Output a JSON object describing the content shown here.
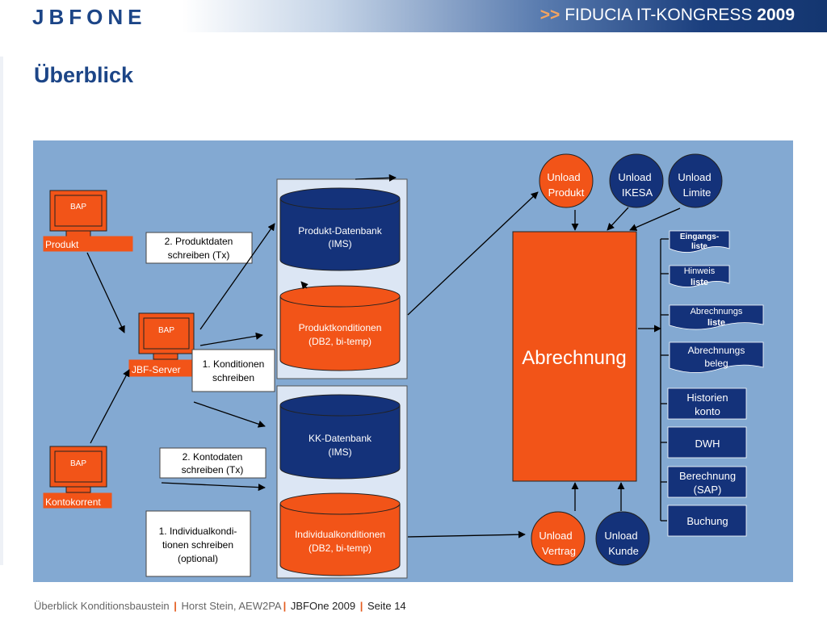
{
  "header": {
    "logo": "JBFONE",
    "congress_arrows": ">>",
    "congress": "FIDUCIA IT-KONGRESS",
    "congress_year": "2009"
  },
  "page": {
    "title": "Überblick"
  },
  "footer": {
    "part1": "Überblick Konditionsbaustein",
    "sep": "|",
    "part2": "Horst Stein, AEW2PA",
    "part3": "JBFOne 2009",
    "part4": "Seite 14"
  },
  "diagram": {
    "terminals": {
      "produkt_screen": "BAP",
      "produkt_label": "Produkt",
      "server_screen": "BAP",
      "server_label": "JBF-Server",
      "konto_screen": "BAP",
      "konto_label": "Kontokorrent"
    },
    "notes": {
      "produktdaten": [
        "2. Produktdaten",
        "schreiben (Tx)"
      ],
      "konditionen": [
        "1. Konditionen",
        "schreiben"
      ],
      "kontodaten": [
        "2. Kontodaten",
        "schreiben (Tx)"
      ],
      "individual": [
        "1. Individualkondi-",
        "tionen schreiben",
        "(optional)"
      ]
    },
    "databases": {
      "produkt_db": [
        "Produkt-Datenbank",
        "(IMS)"
      ],
      "produkt_kond": [
        "Produktkonditionen",
        "(DB2, bi-temp)"
      ],
      "kk_db": [
        "KK-Datenbank",
        "(IMS)"
      ],
      "indiv_kond": [
        "Individualkonditionen",
        "(DB2, bi-temp)"
      ]
    },
    "center": "Abrechnung",
    "unloads": {
      "produkt": [
        "Unload",
        "Produkt"
      ],
      "ikesa": [
        "Unload",
        "IKESA"
      ],
      "limite": [
        "Unload",
        "Limite"
      ],
      "vertrag": [
        "Unload",
        "Vertrag"
      ],
      "kunde": [
        "Unload",
        "Kunde"
      ]
    },
    "outputs": {
      "eingangsliste": [
        "Eingangs-",
        "liste"
      ],
      "hinweisliste": [
        "Hinweis",
        "liste"
      ],
      "abrechnungsliste": [
        "Abrechnungs",
        "liste"
      ],
      "abrechnungsbeleg": [
        "Abrechnungs",
        "beleg"
      ],
      "historienkonto": [
        "Historien",
        "konto"
      ],
      "dwh": "DWH",
      "berechnung": [
        "Berechnung",
        "(SAP)"
      ],
      "buchung": "Buchung"
    },
    "colors": {
      "background": "#83a9d2",
      "orange": "#f25418",
      "navy": "#14327a",
      "panel": "#dce6f4",
      "title_blue": "#1c4587"
    }
  }
}
